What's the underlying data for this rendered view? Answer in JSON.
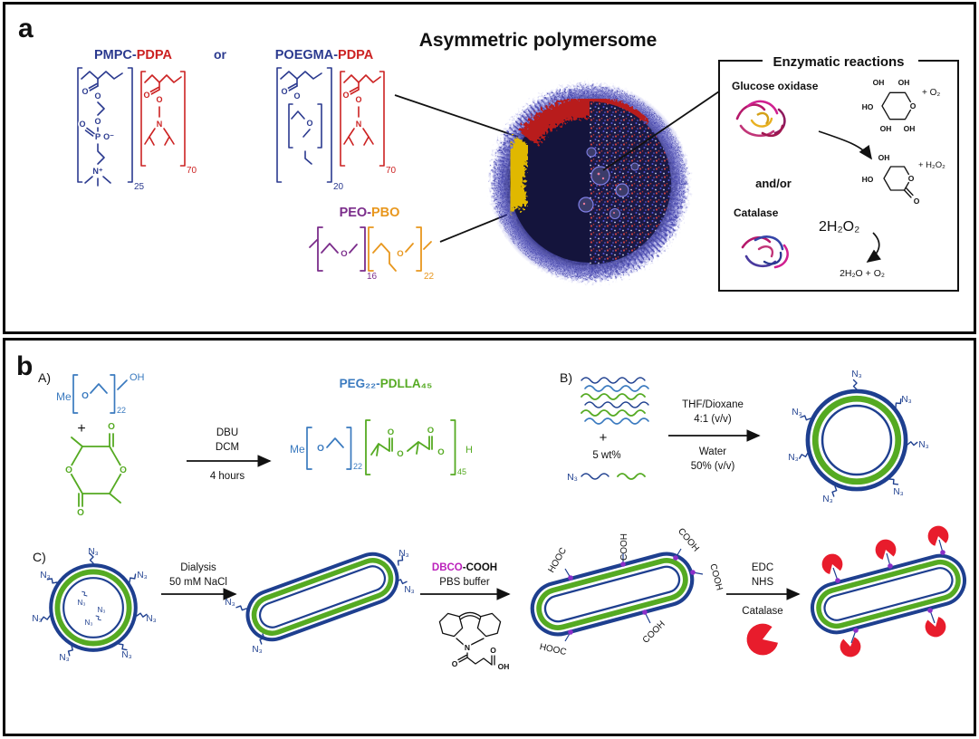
{
  "labels": {
    "oh": "OH",
    "ho": "HO",
    "o": "O",
    "h": "H",
    "n": "N",
    "p": "P",
    "me": "Me",
    "plus": "+",
    "n3": "N₃",
    "cooh": "COOH",
    "hooc": "HOOC",
    "o_minus": "O⁻",
    "n_plus": "N⁺"
  },
  "panel_a": {
    "label": "a",
    "title": "Asymmetric polymersome",
    "or_text": "or",
    "polymer1": {
      "name1": "PMPC-",
      "name2": "PDPA",
      "sub1": "25",
      "sub2": "70"
    },
    "polymer2": {
      "name1": "POEGMA-",
      "name2": "PDPA",
      "sub1": "20",
      "sub2": "70"
    },
    "polymer3": {
      "name1": "PEO-",
      "name2": "PBO",
      "sub1": "16",
      "sub2": "22"
    },
    "enzyme_box": {
      "title": "Enzymatic reactions",
      "glucose_oxidase": "Glucose oxidase",
      "glucose_byproduct": "+ O₂",
      "lactone_byproduct": "+ H₂O₂",
      "and_or": "and/or",
      "catalase": "Catalase",
      "catalase_substrate": "2H₂O₂",
      "catalase_products": "2H₂O + O₂"
    }
  },
  "panel_b": {
    "label": "b",
    "step_a": {
      "label": "A)",
      "peg_sub": "22",
      "arrow_top1": "DBU",
      "arrow_top2": "DCM",
      "arrow_bottom": "4 hours",
      "product_peg": "PEG₂₂-",
      "product_pdlla": "PDLLA₄₅",
      "product_sub1": "22",
      "product_sub2": "45"
    },
    "step_b": {
      "label": "B)",
      "wt": "5 wt%",
      "arrow_top1": "THF/Dioxane",
      "arrow_top2": "4:1 (v/v)",
      "arrow_bottom1": "Water",
      "arrow_bottom2": "50% (v/v)"
    },
    "step_c": {
      "label": "C)",
      "arrow1_top1": "Dialysis",
      "arrow1_top2": "50 mM NaCl",
      "arrow2_dbco": "DBCO",
      "arrow2_cooh": "-COOH",
      "arrow2_top2": "PBS buffer",
      "arrow3_top1": "EDC",
      "arrow3_top2": "NHS",
      "arrow3_bottom": "Catalase"
    }
  },
  "colors": {
    "pmpc_blue": "#2b3a8f",
    "pdpa_red": "#cc2222",
    "peo_purple": "#7b2d8b",
    "pbo_orange": "#e8971e",
    "peg_blue": "#3a7abf",
    "pdlla_green": "#55aa22",
    "azide_blue": "#1e3f8f",
    "dbco_magenta": "#bb22bb",
    "catalase_red": "#e81c2c",
    "linker_purple": "#8b2fc9",
    "membrane_red": "#b81a1a",
    "membrane_yellow": "#e0b800"
  }
}
